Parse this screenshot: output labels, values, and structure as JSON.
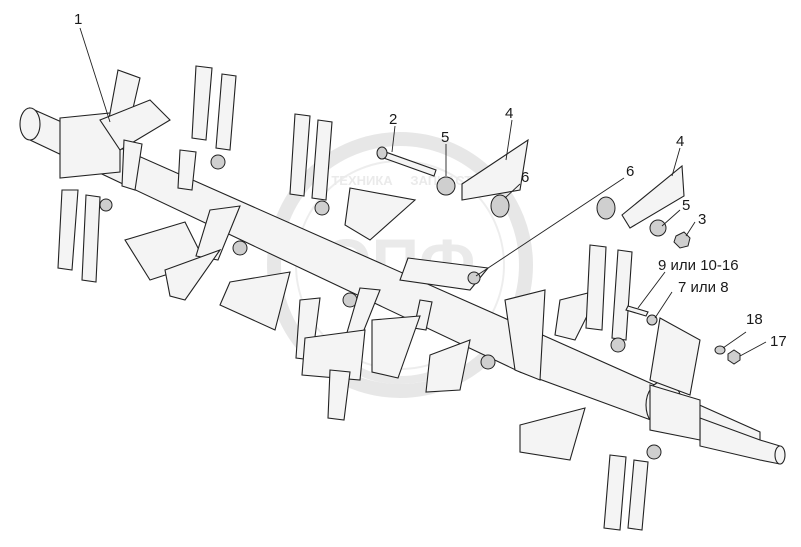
{
  "callouts": [
    {
      "id": "c1",
      "text": "1"
    },
    {
      "id": "c2",
      "text": "2"
    },
    {
      "id": "c5a",
      "text": "5"
    },
    {
      "id": "c4a",
      "text": "4"
    },
    {
      "id": "c6a",
      "text": "6"
    },
    {
      "id": "c6b",
      "text": "6"
    },
    {
      "id": "c4b",
      "text": "4"
    },
    {
      "id": "c5b",
      "text": "5"
    },
    {
      "id": "c3",
      "text": "3"
    },
    {
      "id": "c9",
      "text": "9 или 10-16"
    },
    {
      "id": "c7",
      "text": "7 или 8"
    },
    {
      "id": "c18",
      "text": "18"
    },
    {
      "id": "c17",
      "text": "17"
    }
  ],
  "watermark": {
    "logo_text": "ЭПФ",
    "arc_left": "ТЕХНИКА",
    "arc_right": "ЗАПЧАСТИ"
  }
}
